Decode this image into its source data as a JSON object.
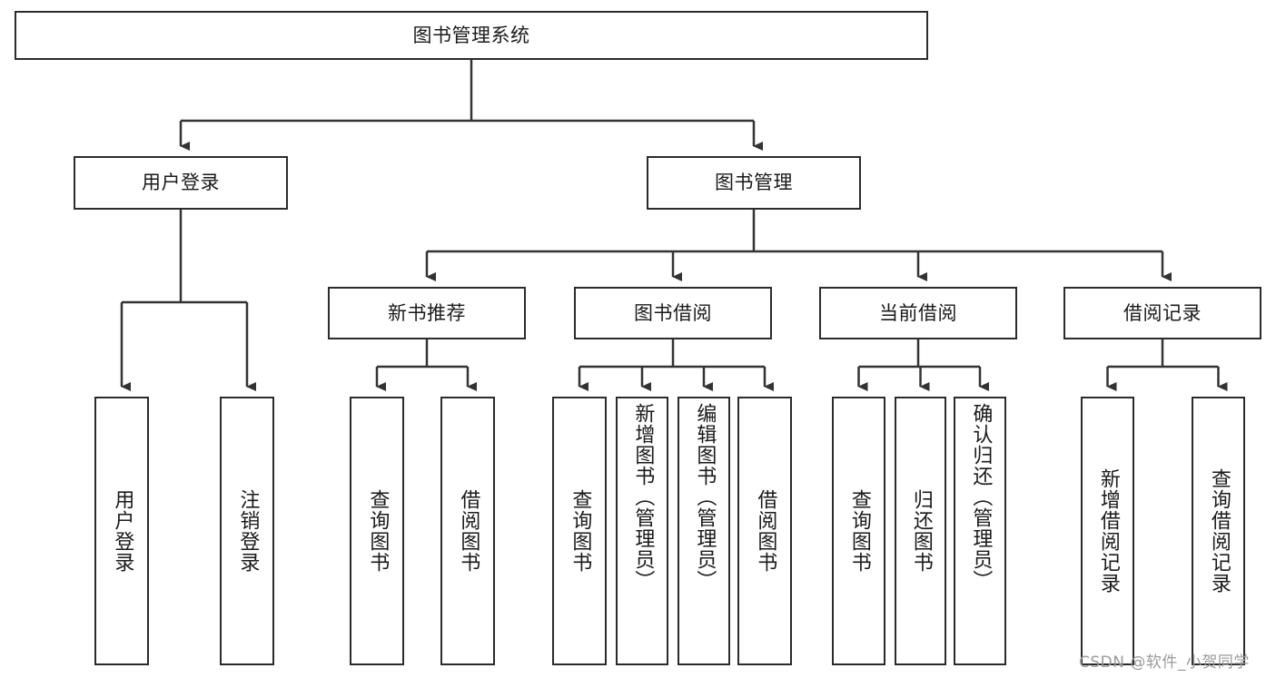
{
  "diagram": {
    "title": "图书管理系统",
    "type": "hierarchy-tree",
    "background_color": "#ffffff",
    "box_border_color": "#2b2b2b",
    "connector_color": "#333333",
    "text_color": "#1a1a1a",
    "levels": [
      {
        "level": 1,
        "nodes": [
          {
            "id": "root",
            "label": "图书管理系统",
            "orientation": "horizontal"
          }
        ]
      },
      {
        "level": 2,
        "nodes": [
          {
            "id": "user-login",
            "label": "用户登录",
            "orientation": "horizontal"
          },
          {
            "id": "book-manage",
            "label": "图书管理",
            "orientation": "horizontal"
          }
        ]
      },
      {
        "level": 3,
        "nodes": [
          {
            "id": "new-book-rec",
            "label": "新书推荐",
            "orientation": "horizontal"
          },
          {
            "id": "book-borrow",
            "label": "图书借阅",
            "orientation": "horizontal"
          },
          {
            "id": "current-borrow",
            "label": "当前借阅",
            "orientation": "horizontal"
          },
          {
            "id": "borrow-record",
            "label": "借阅记录",
            "orientation": "horizontal"
          }
        ]
      },
      {
        "level": 4,
        "nodes": [
          {
            "id": "leaf-user-login",
            "label": "用户登录",
            "orientation": "vertical",
            "parent": "user-login"
          },
          {
            "id": "leaf-logout",
            "label": "注销登录",
            "orientation": "vertical",
            "parent": "user-login"
          },
          {
            "id": "leaf-query-book-1",
            "label": "查询图书",
            "orientation": "vertical",
            "parent": "new-book-rec"
          },
          {
            "id": "leaf-borrow-book-1",
            "label": "借阅图书",
            "orientation": "vertical",
            "parent": "new-book-rec"
          },
          {
            "id": "leaf-query-book-2",
            "label": "查询图书",
            "orientation": "vertical",
            "parent": "book-borrow"
          },
          {
            "id": "leaf-add-book",
            "label": "新增图书（管理员）",
            "orientation": "vertical",
            "parent": "book-borrow"
          },
          {
            "id": "leaf-edit-book",
            "label": "编辑图书（管理员）",
            "orientation": "vertical",
            "parent": "book-borrow"
          },
          {
            "id": "leaf-borrow-book-2",
            "label": "借阅图书",
            "orientation": "vertical",
            "parent": "book-borrow"
          },
          {
            "id": "leaf-query-book-3",
            "label": "查询图书",
            "orientation": "vertical",
            "parent": "current-borrow"
          },
          {
            "id": "leaf-return-book",
            "label": "归还图书",
            "orientation": "vertical",
            "parent": "current-borrow"
          },
          {
            "id": "leaf-confirm-return",
            "label": "确认归还（管理员）",
            "orientation": "vertical",
            "parent": "current-borrow"
          },
          {
            "id": "leaf-add-record",
            "label": "新增借阅记录",
            "orientation": "vertical",
            "parent": "borrow-record"
          },
          {
            "id": "leaf-query-record",
            "label": "查询借阅记录",
            "orientation": "vertical",
            "parent": "borrow-record"
          }
        ]
      }
    ],
    "edges": [
      {
        "from": "root",
        "to": "user-login"
      },
      {
        "from": "root",
        "to": "book-manage"
      },
      {
        "from": "book-manage",
        "to": "new-book-rec"
      },
      {
        "from": "book-manage",
        "to": "book-borrow"
      },
      {
        "from": "book-manage",
        "to": "current-borrow"
      },
      {
        "from": "book-manage",
        "to": "borrow-record"
      },
      {
        "from": "user-login",
        "to": "leaf-user-login"
      },
      {
        "from": "user-login",
        "to": "leaf-logout"
      },
      {
        "from": "new-book-rec",
        "to": "leaf-query-book-1"
      },
      {
        "from": "new-book-rec",
        "to": "leaf-borrow-book-1"
      },
      {
        "from": "book-borrow",
        "to": "leaf-query-book-2"
      },
      {
        "from": "book-borrow",
        "to": "leaf-add-book"
      },
      {
        "from": "book-borrow",
        "to": "leaf-edit-book"
      },
      {
        "from": "book-borrow",
        "to": "leaf-borrow-book-2"
      },
      {
        "from": "current-borrow",
        "to": "leaf-query-book-3"
      },
      {
        "from": "current-borrow",
        "to": "leaf-return-book"
      },
      {
        "from": "current-borrow",
        "to": "leaf-confirm-return"
      },
      {
        "from": "borrow-record",
        "to": "leaf-add-record"
      },
      {
        "from": "borrow-record",
        "to": "leaf-query-record"
      }
    ]
  },
  "watermark": {
    "text": "CSDN @软件_小贺同学",
    "color": "#9a9a9a"
  }
}
